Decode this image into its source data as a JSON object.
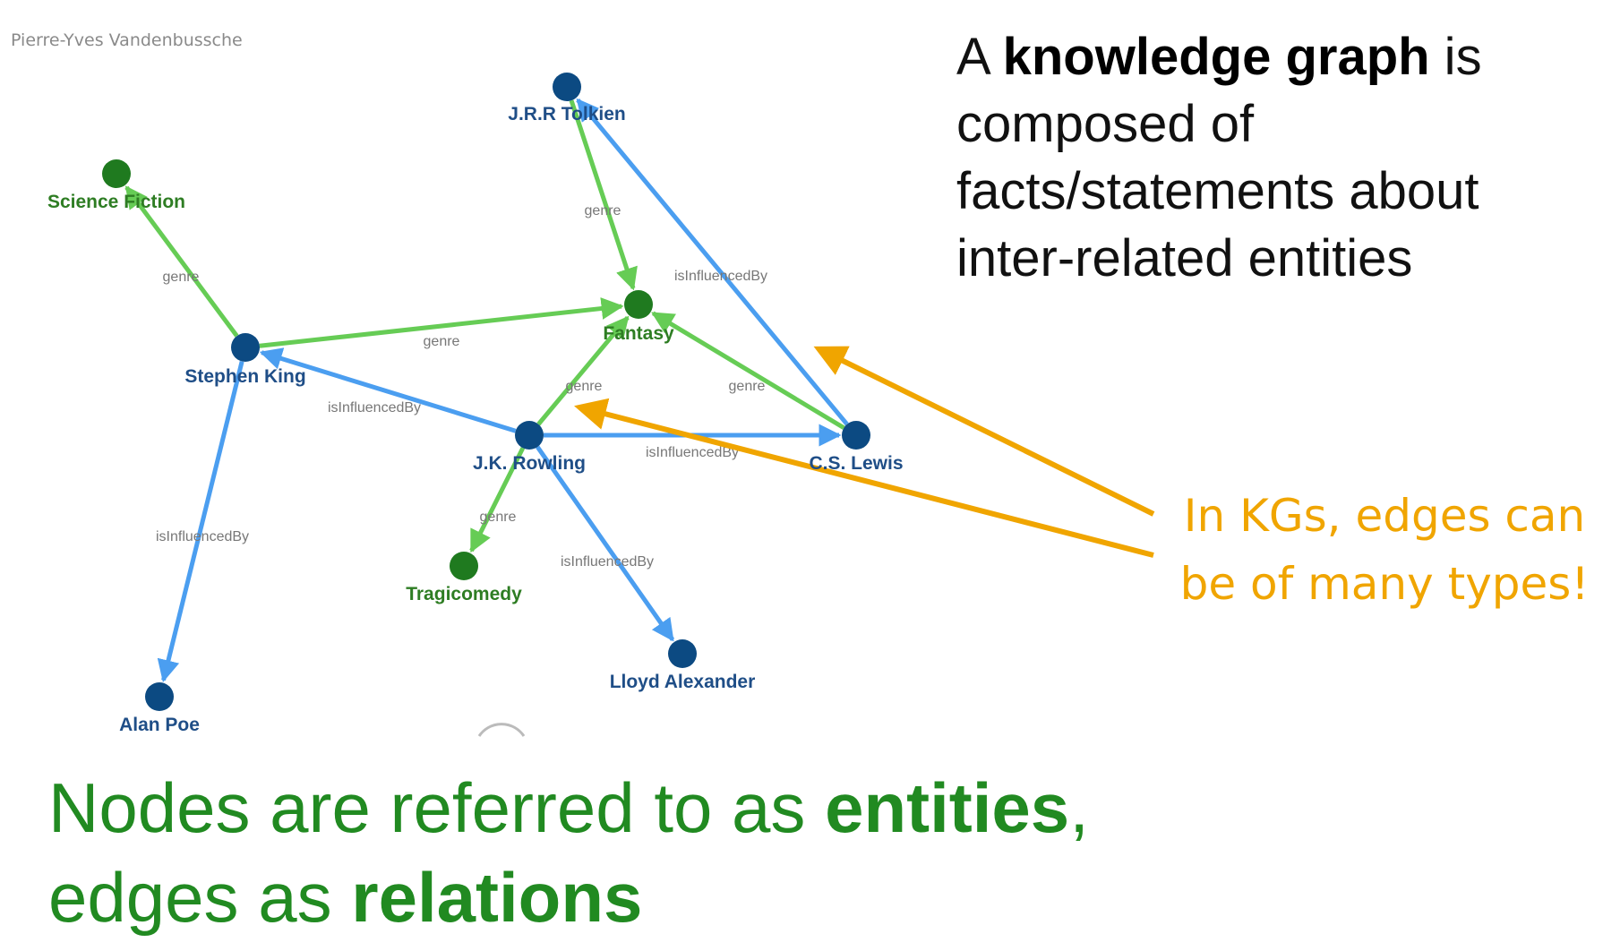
{
  "attribution": "Pierre-Yves Vandenbussche",
  "colors": {
    "entity_node": "#0c4a82",
    "genre_node": "#1f7a1f",
    "genre_edge": "#66cc55",
    "influence_edge": "#4b9ef0",
    "entity_label": "#1f4e87",
    "genre_label": "#2e7d23",
    "callout": "#f0a500",
    "footer": "#218a21"
  },
  "graph": {
    "nodes": [
      {
        "id": "tolkien",
        "label": "J.R.R Tolkien",
        "kind": "entity"
      },
      {
        "id": "scifi",
        "label": "Science Fiction",
        "kind": "genre"
      },
      {
        "id": "fantasy",
        "label": "Fantasy",
        "kind": "genre"
      },
      {
        "id": "king",
        "label": "Stephen King",
        "kind": "entity"
      },
      {
        "id": "rowling",
        "label": "J.K. Rowling",
        "kind": "entity"
      },
      {
        "id": "lewis",
        "label": "C.S. Lewis",
        "kind": "entity"
      },
      {
        "id": "tragicomedy",
        "label": "Tragicomedy",
        "kind": "genre"
      },
      {
        "id": "alexander",
        "label": "Lloyd Alexander",
        "kind": "entity"
      },
      {
        "id": "poe",
        "label": "Alan Poe",
        "kind": "entity"
      }
    ],
    "edges": [
      {
        "from": "tolkien",
        "to": "fantasy",
        "label": "genre",
        "kind": "genre"
      },
      {
        "from": "lewis",
        "to": "tolkien",
        "label": "isInfluencedBy",
        "kind": "influence"
      },
      {
        "from": "king",
        "to": "scifi",
        "label": "genre",
        "kind": "genre"
      },
      {
        "from": "king",
        "to": "fantasy",
        "label": "genre",
        "kind": "genre"
      },
      {
        "from": "rowling",
        "to": "fantasy",
        "label": "genre",
        "kind": "genre"
      },
      {
        "from": "lewis",
        "to": "fantasy",
        "label": "genre",
        "kind": "genre"
      },
      {
        "from": "rowling",
        "to": "king",
        "label": "isInfluencedBy",
        "kind": "influence"
      },
      {
        "from": "rowling",
        "to": "lewis",
        "label": "isInfluencedBy",
        "kind": "influence"
      },
      {
        "from": "rowling",
        "to": "tragicomedy",
        "label": "genre",
        "kind": "genre"
      },
      {
        "from": "rowling",
        "to": "alexander",
        "label": "isInfluencedBy",
        "kind": "influence"
      },
      {
        "from": "king",
        "to": "poe",
        "label": "isInfluencedBy",
        "kind": "influence"
      }
    ]
  },
  "headline": {
    "prefix": "A ",
    "bold": "knowledge graph",
    "suffix": " is composed of facts/statements about inter-related entities"
  },
  "callout": {
    "line1": "In KGs, edges can",
    "line2": "be of many types!"
  },
  "footer": {
    "part1": "Nodes are referred to as ",
    "bold1": "entities",
    "part2": ",",
    "part3": "edges as ",
    "bold2": "relations"
  }
}
